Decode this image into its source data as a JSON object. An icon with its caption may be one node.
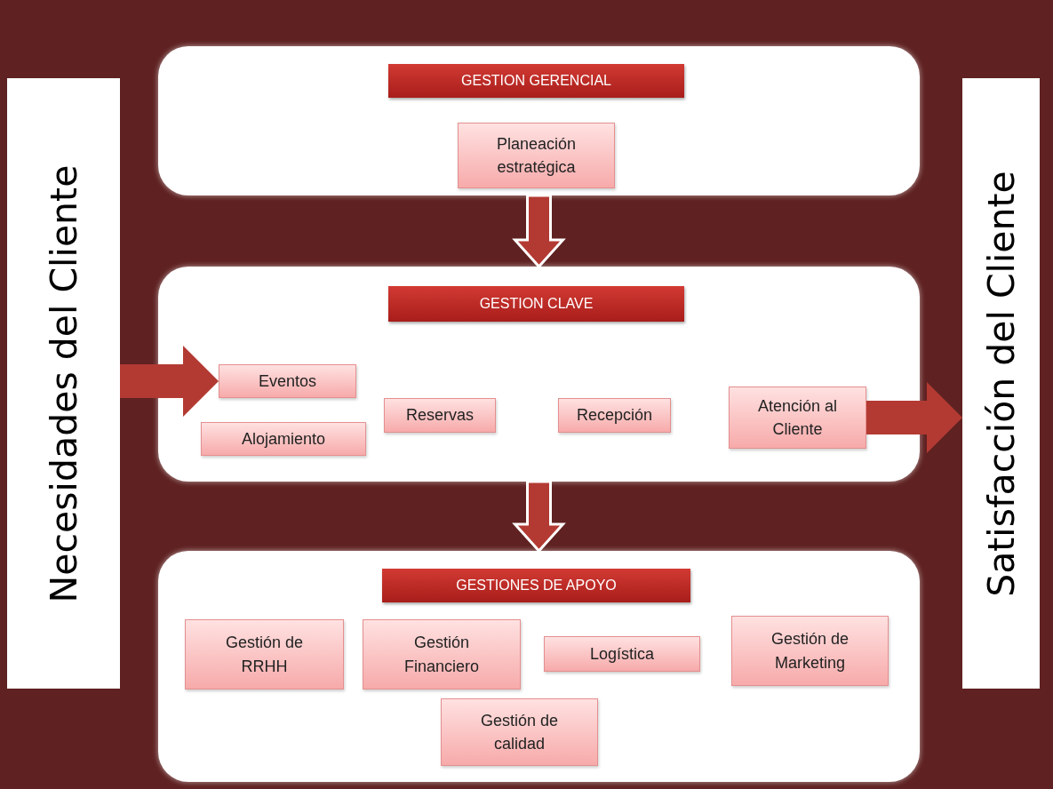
{
  "diagram": {
    "nodes": [
      {
        "text": [
          "Necesidades del Cliente"
        ]
      },
      {
        "text": [],
        "shape": "box"
      },
      {
        "text": [
          "GESTION GERENCIAL"
        ],
        "in": 1
      },
      {
        "text": [
          "Planeación estratégica"
        ],
        "in": 1
      },
      {
        "text": [],
        "shape": "box"
      },
      {
        "text": [
          "GESTION CLAVE"
        ],
        "in": 4
      },
      {
        "text": [
          "Eventos"
        ],
        "in": 4
      },
      {
        "text": [
          "Alojamiento"
        ],
        "in": 4
      },
      {
        "text": [
          "Reservas"
        ],
        "in": 4
      },
      {
        "text": [
          "Recepción"
        ],
        "in": 4
      },
      {
        "text": [
          "Atención al Cliente"
        ],
        "in": 4
      },
      {
        "text": [],
        "shape": "box"
      },
      {
        "text": [
          "GESTIONES DE APOYO"
        ],
        "in": 11
      },
      {
        "text": [
          "Gestión de RRHH"
        ],
        "in": 11
      },
      {
        "text": [
          "Gestión Financiero"
        ],
        "in": 11
      },
      {
        "text": [
          "Logística"
        ],
        "in": 11
      },
      {
        "text": [
          "Gestión de Marketing"
        ],
        "in": 11
      },
      {
        "text": [
          "Gestión de calidad"
        ],
        "in": 11
      },
      {
        "text": [
          "Satisfacción del Cliente"
        ]
      }
    ],
    "edges": [
      {
        "from": 1,
        "to": 4,
        "arrow": "to"
      },
      {
        "from": 4,
        "to": 11,
        "arrow": "to"
      },
      {
        "from": 0,
        "to": 6,
        "arrow": "to"
      },
      {
        "from": 10,
        "to": 18,
        "arrow": "to"
      }
    ]
  }
}
